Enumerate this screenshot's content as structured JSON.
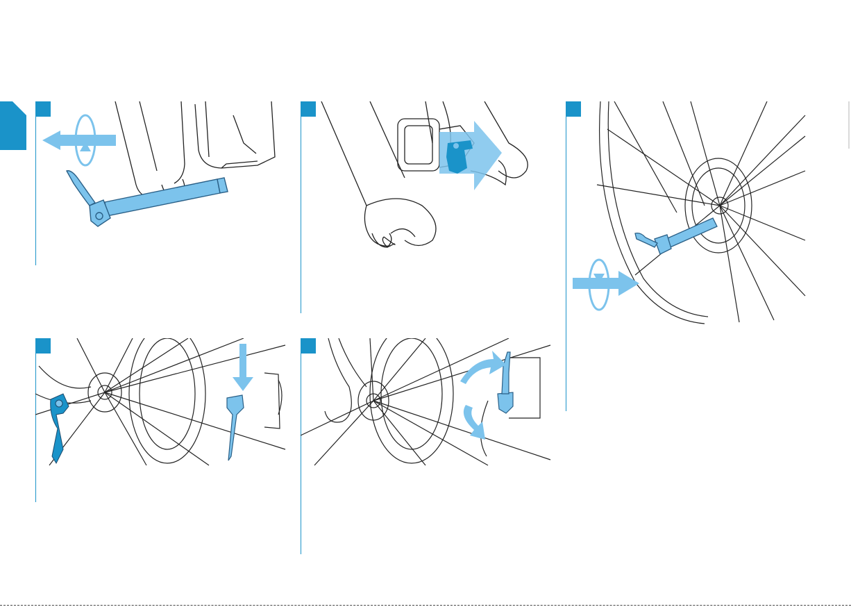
{
  "document": {
    "type": "assembly-instructions",
    "steps": [
      {
        "id": 1,
        "action": "remove-thru-axle",
        "icons": [
          "rotate-arrow-icon",
          "pull-arrow-icon"
        ]
      },
      {
        "id": 2,
        "action": "insert-brake-pad-spacer",
        "icons": [
          "brake-spacer-icon",
          "push-arrow-icon"
        ]
      },
      {
        "id": 3,
        "action": "insert-thru-axle",
        "icons": [
          "rotate-arrow-icon",
          "push-arrow-icon"
        ]
      },
      {
        "id": 4,
        "action": "tighten-axle-lever",
        "icons": [
          "down-arrow-icon"
        ]
      },
      {
        "id": 5,
        "action": "close-quick-release-lever",
        "icons": [
          "curved-arrow-icon"
        ]
      }
    ]
  },
  "colors": {
    "accent": "#1a93c9",
    "highlight": "#7cc3ec",
    "line": "#222222"
  }
}
